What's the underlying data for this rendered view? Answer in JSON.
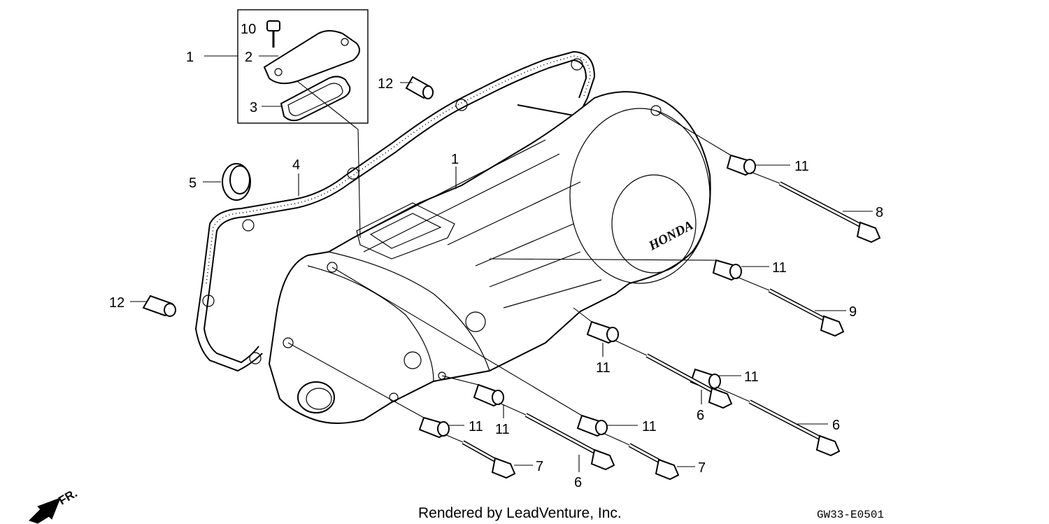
{
  "diagram": {
    "callouts": [
      {
        "id": "c1a",
        "label": "1"
      },
      {
        "id": "c2",
        "label": "2"
      },
      {
        "id": "c3",
        "label": "3"
      },
      {
        "id": "c10",
        "label": "10"
      },
      {
        "id": "c12a",
        "label": "12"
      },
      {
        "id": "c4",
        "label": "4"
      },
      {
        "id": "c5",
        "label": "5"
      },
      {
        "id": "c1b",
        "label": "1"
      },
      {
        "id": "c12b",
        "label": "12"
      },
      {
        "id": "c11a",
        "label": "11"
      },
      {
        "id": "c8",
        "label": "8"
      },
      {
        "id": "c11b",
        "label": "11"
      },
      {
        "id": "c9",
        "label": "9"
      },
      {
        "id": "c11c",
        "label": "11"
      },
      {
        "id": "c11d",
        "label": "11"
      },
      {
        "id": "c6a",
        "label": "6"
      },
      {
        "id": "c6b",
        "label": "6"
      },
      {
        "id": "c11e",
        "label": "11"
      },
      {
        "id": "c11f",
        "label": "11"
      },
      {
        "id": "c11g",
        "label": "11"
      },
      {
        "id": "c7a",
        "label": "7"
      },
      {
        "id": "c6c",
        "label": "6"
      },
      {
        "id": "c7b",
        "label": "7"
      }
    ],
    "logo_text": "HONDA",
    "direction_label": "FR.",
    "footer_text": "Rendered by LeadVenture, Inc.",
    "diagram_code": "GW33-E0501"
  }
}
